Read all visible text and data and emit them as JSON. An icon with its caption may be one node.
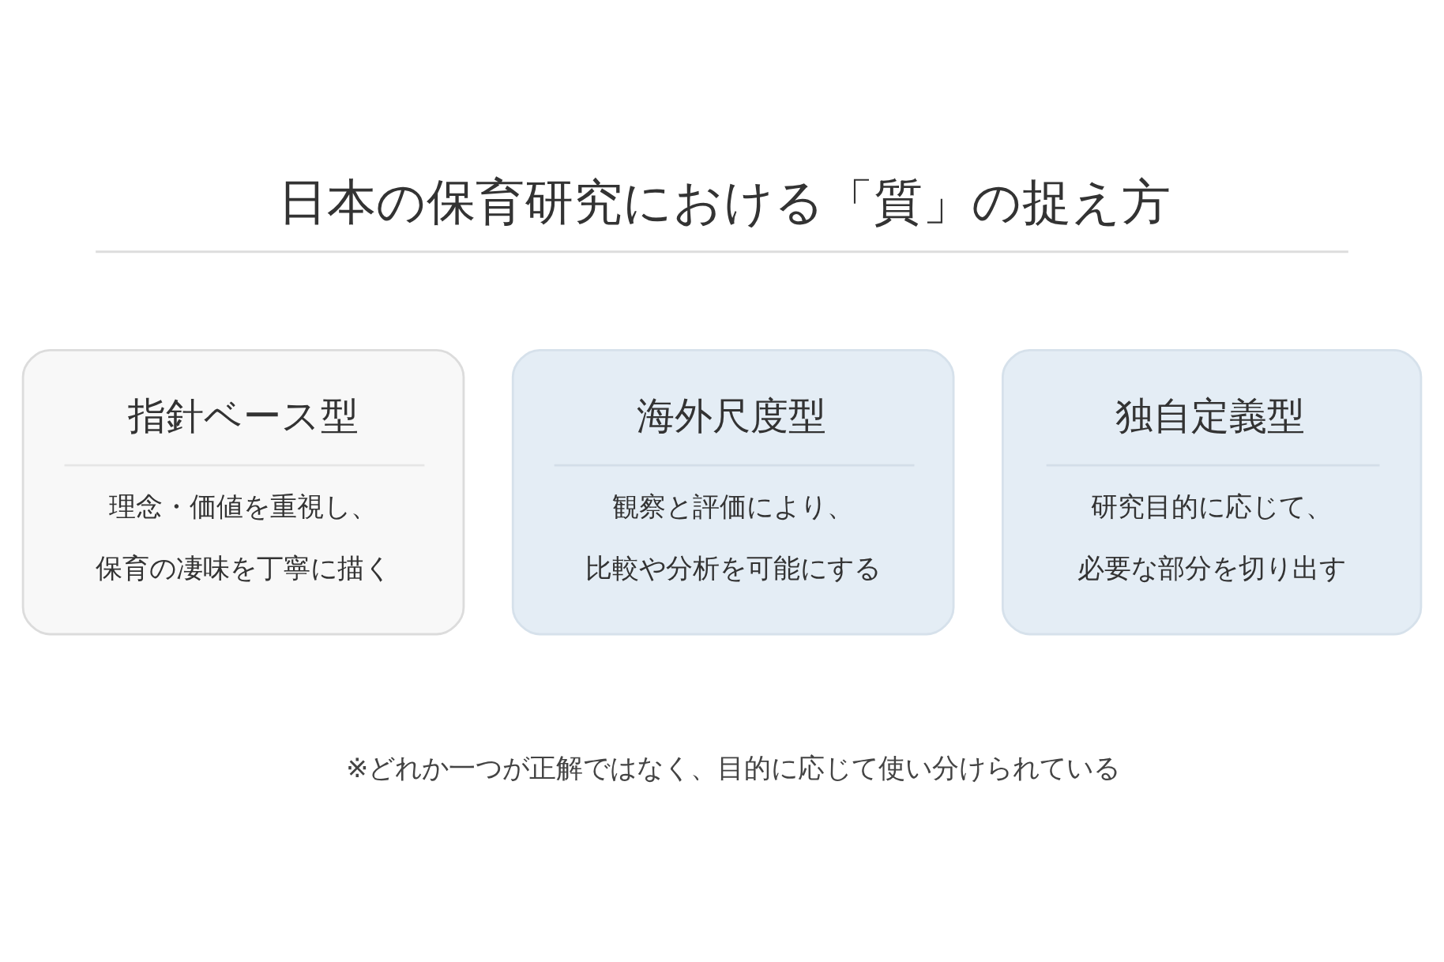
{
  "diagram": {
    "title": "日本の保育研究における「質」の捉え方",
    "nodes": [
      {
        "text": [
          "指針ベース型",
          "理念・価値を重視し、保育の凄味を丁寧に描く"
        ]
      },
      {
        "text": [
          "海外尺度型",
          "観察と評価により、比較や分析を可能にする"
        ]
      },
      {
        "text": [
          "独自定義型",
          "研究目的に応じて、必要な部分を切り出す"
        ]
      }
    ],
    "edges": [],
    "labels": [
      "※どれか一つが正解ではなく、目的に応じて使い分けられている"
    ]
  }
}
